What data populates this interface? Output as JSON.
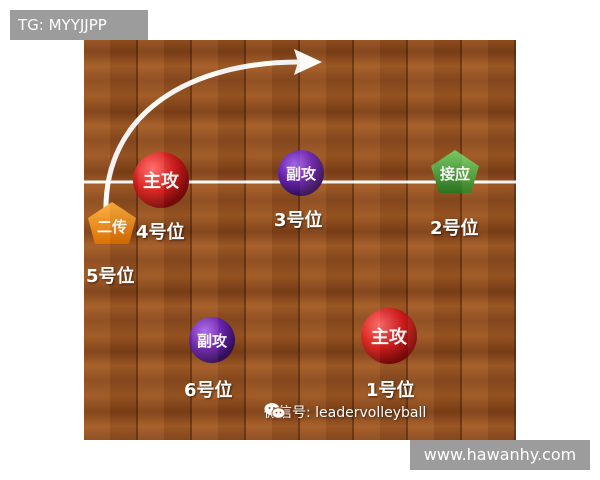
{
  "watermark_tag": "TG: MYYJJPP",
  "site_tag": "www.hawanhy.com",
  "court_credit": "微信号: leadervolleyball",
  "players": [
    {
      "role": "主攻",
      "position": "4号位",
      "shape": "circle",
      "color": "#d81e1e"
    },
    {
      "role": "副攻",
      "position": "3号位",
      "shape": "circle",
      "color": "#6a22b0"
    },
    {
      "role": "接应",
      "position": "2号位",
      "shape": "pentagon",
      "color": "#3f9e2e"
    },
    {
      "role": "二传",
      "position": "5号位",
      "shape": "pentagon",
      "color": "#f08a12"
    },
    {
      "role": "副攻",
      "position": "6号位",
      "shape": "circle",
      "color": "#6a22b0"
    },
    {
      "role": "主攻",
      "position": "1号位",
      "shape": "circle",
      "color": "#d81e1e"
    }
  ]
}
